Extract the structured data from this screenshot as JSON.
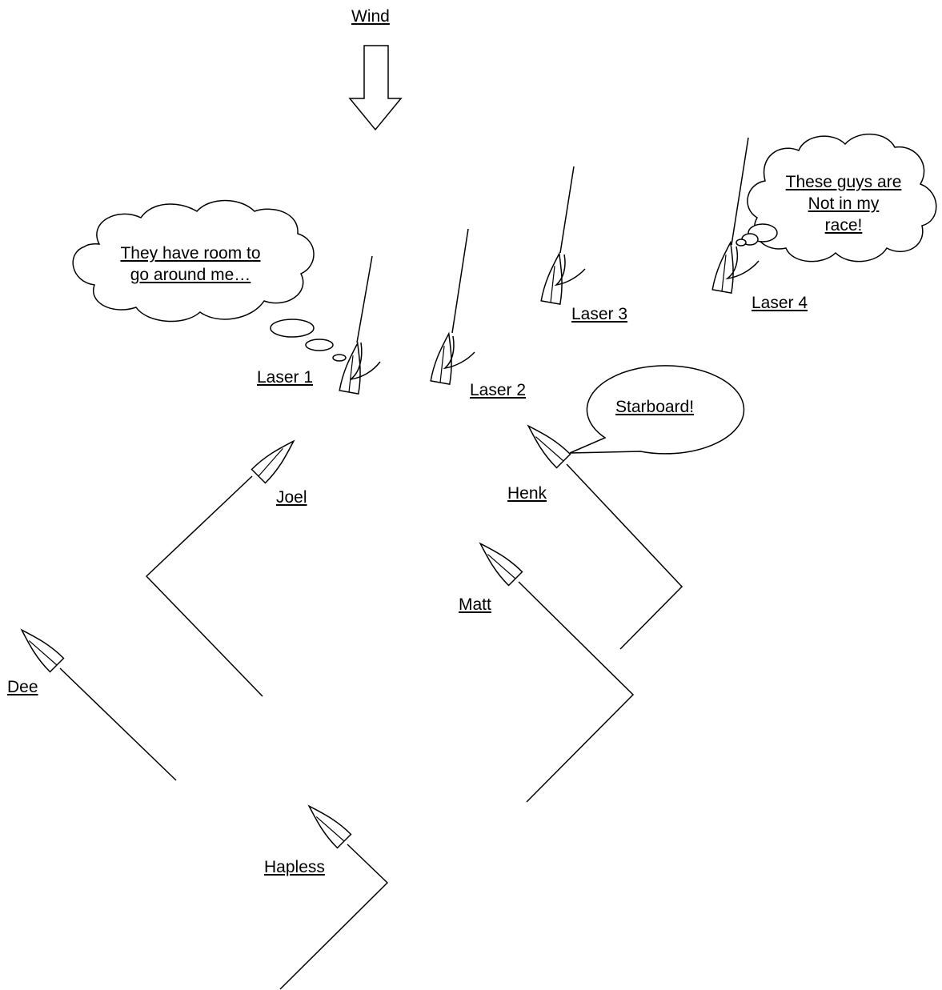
{
  "wind": {
    "label": "Wind"
  },
  "boats": {
    "laser1": "Laser 1",
    "laser2": "Laser 2",
    "laser3": "Laser 3",
    "laser4": "Laser 4",
    "joel": "Joel",
    "henk": "Henk",
    "matt": "Matt",
    "dee": "Dee",
    "hapless": "Hapless"
  },
  "thoughts": {
    "laser1": {
      "line1": "They have room to",
      "line2": "go around me…"
    },
    "laser4": {
      "line1": "These guys are",
      "line2": "Not in my",
      "line3": "race!"
    }
  },
  "speech": {
    "henk": "Starboard!"
  },
  "colors": {
    "stroke": "#000000",
    "fill": "#ffffff",
    "text": "#000000"
  }
}
